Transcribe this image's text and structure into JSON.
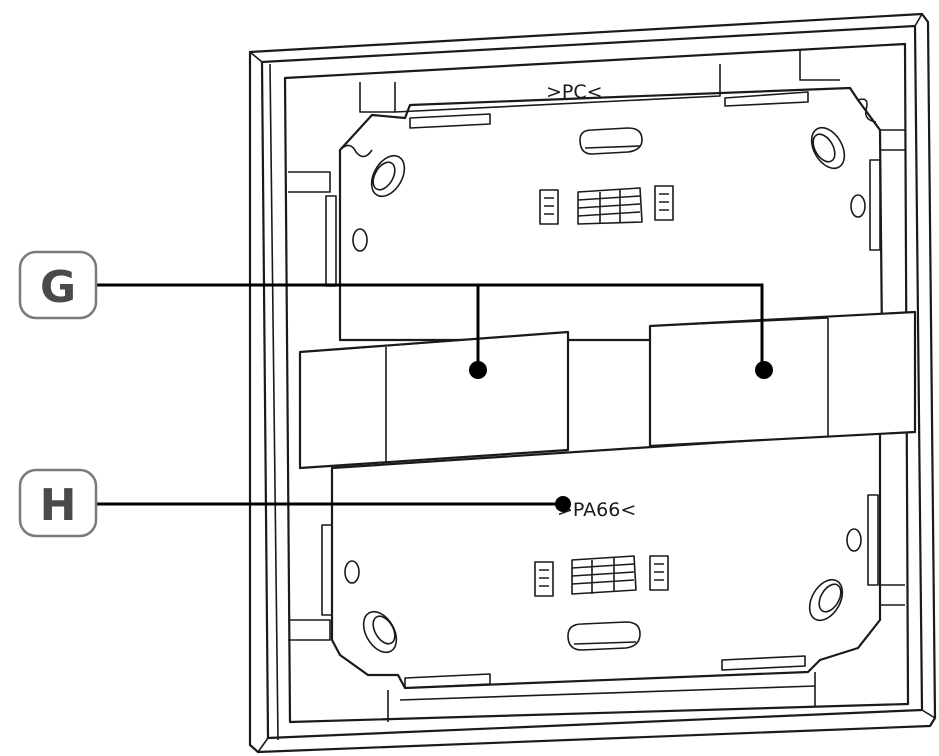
{
  "callouts": [
    {
      "id": "G",
      "label": "G"
    },
    {
      "id": "H",
      "label": "H"
    }
  ],
  "markings": {
    "top": ">PC<",
    "middle": ">PA66<"
  }
}
